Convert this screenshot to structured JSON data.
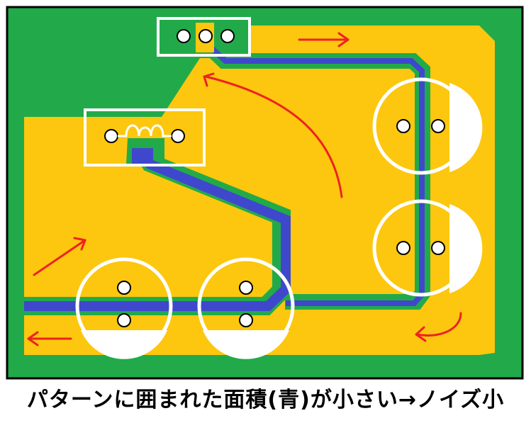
{
  "caption": "パターンに囲まれた面積(青)が小さい→ノイズ小",
  "colors": {
    "board": "#22aa4a",
    "copper": "#fcc70e",
    "trace": "#3f48cc",
    "outline": "#ffffff",
    "arrow": "#ee2222",
    "border": "#000000"
  },
  "components": {
    "connector": "connector-3pin",
    "inductor": "inductor-2pin",
    "capacitors": [
      "capacitor-top-right",
      "capacitor-mid-right",
      "capacitor-bottom-left",
      "capacitor-bottom-mid"
    ]
  },
  "icons": {
    "arrow": "arrow-icon",
    "coil": "inductor-coil-icon"
  }
}
